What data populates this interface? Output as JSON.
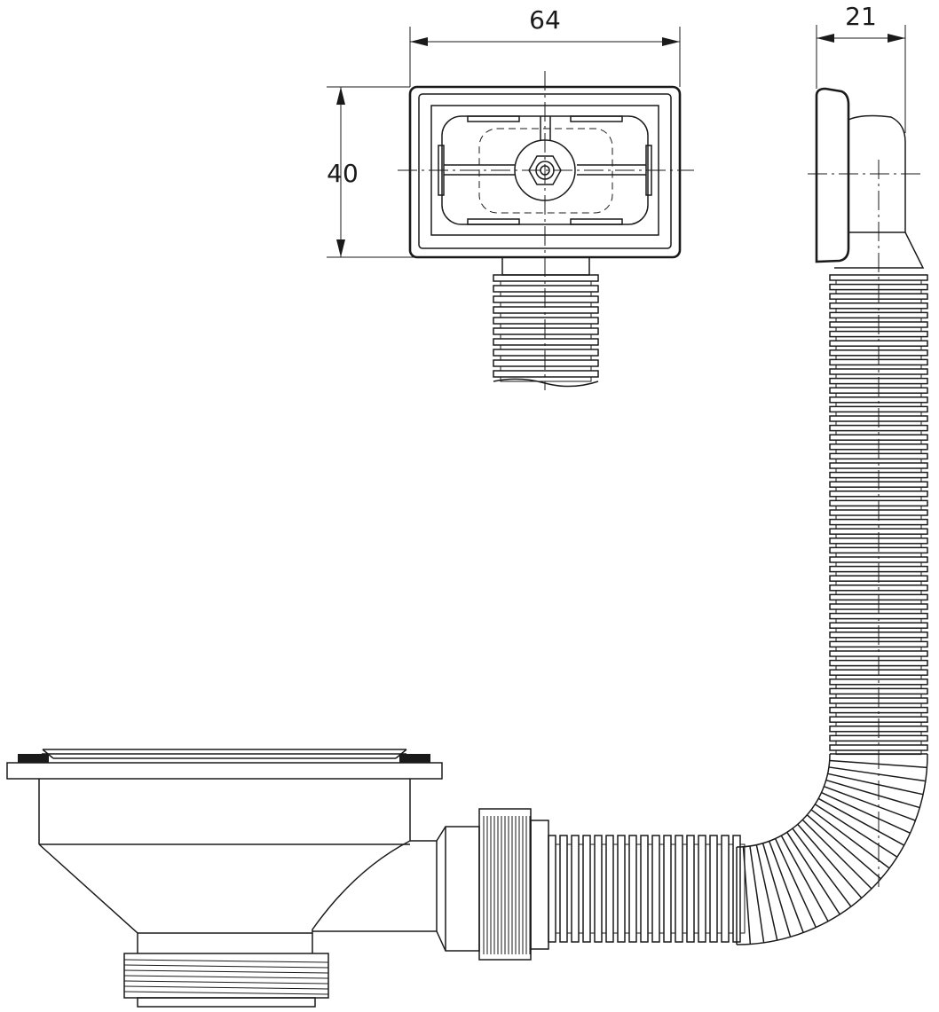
{
  "dimensions": {
    "width_label": "64",
    "height_label": "40",
    "depth_label": "21"
  },
  "colors": {
    "line": "#1a1a1a",
    "background": "#ffffff"
  }
}
